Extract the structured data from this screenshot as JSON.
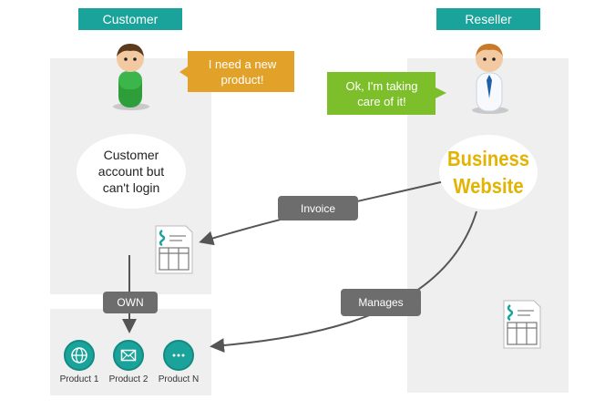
{
  "headers": {
    "customer": "Customer",
    "reseller": "Reseller"
  },
  "bubbles": {
    "customer_line1": "I need a new",
    "customer_line2": "product!",
    "reseller_line1": "Ok, I'm taking",
    "reseller_line2": "care of it!"
  },
  "customer_account": {
    "line1": "Customer",
    "line2": "account but",
    "line3": "can't login"
  },
  "business_website": {
    "line1": "Business",
    "line2": "Website"
  },
  "edges": {
    "invoice": "Invoice",
    "own": "OWN",
    "manages": "Manages"
  },
  "products": [
    {
      "label": "Product 1",
      "icon": "globe-icon"
    },
    {
      "label": "Product 2",
      "icon": "envelope-icon"
    },
    {
      "label": "Product N",
      "icon": "more-icon"
    }
  ],
  "colors": {
    "teal": "#1aa39a",
    "orange_bubble": "#e2a22a",
    "green_bubble": "#7dbf2a",
    "business_text": "#e2b300",
    "pill": "#6d6d6d",
    "panel": "#efefef"
  }
}
